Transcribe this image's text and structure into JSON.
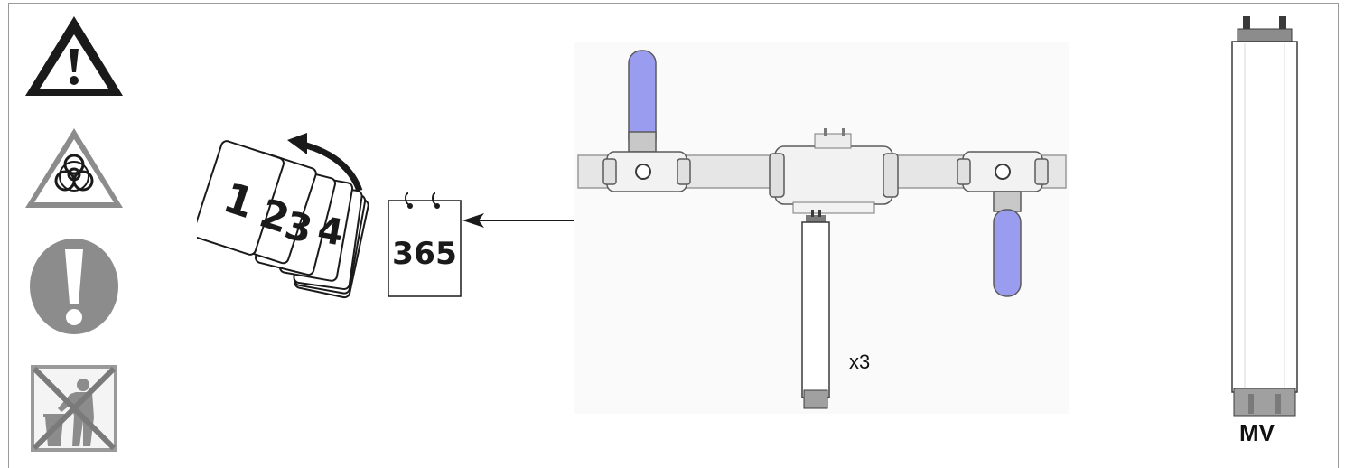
{
  "calendar": {
    "pages": [
      "1",
      "2",
      "3",
      "4"
    ],
    "year_days": "365"
  },
  "manifold": {
    "quantity_label": "x3"
  },
  "cartridge": {
    "label": "MV"
  },
  "icons": [
    "warning-icon",
    "biohazard-icon",
    "mandatory-action-icon",
    "no-household-waste-icon"
  ],
  "colors": {
    "valve_handle": "#9a9cf0",
    "pipe": "#e6e6e6",
    "icon_dark": "#1a1a1a",
    "icon_grey": "#8c8c8c"
  }
}
